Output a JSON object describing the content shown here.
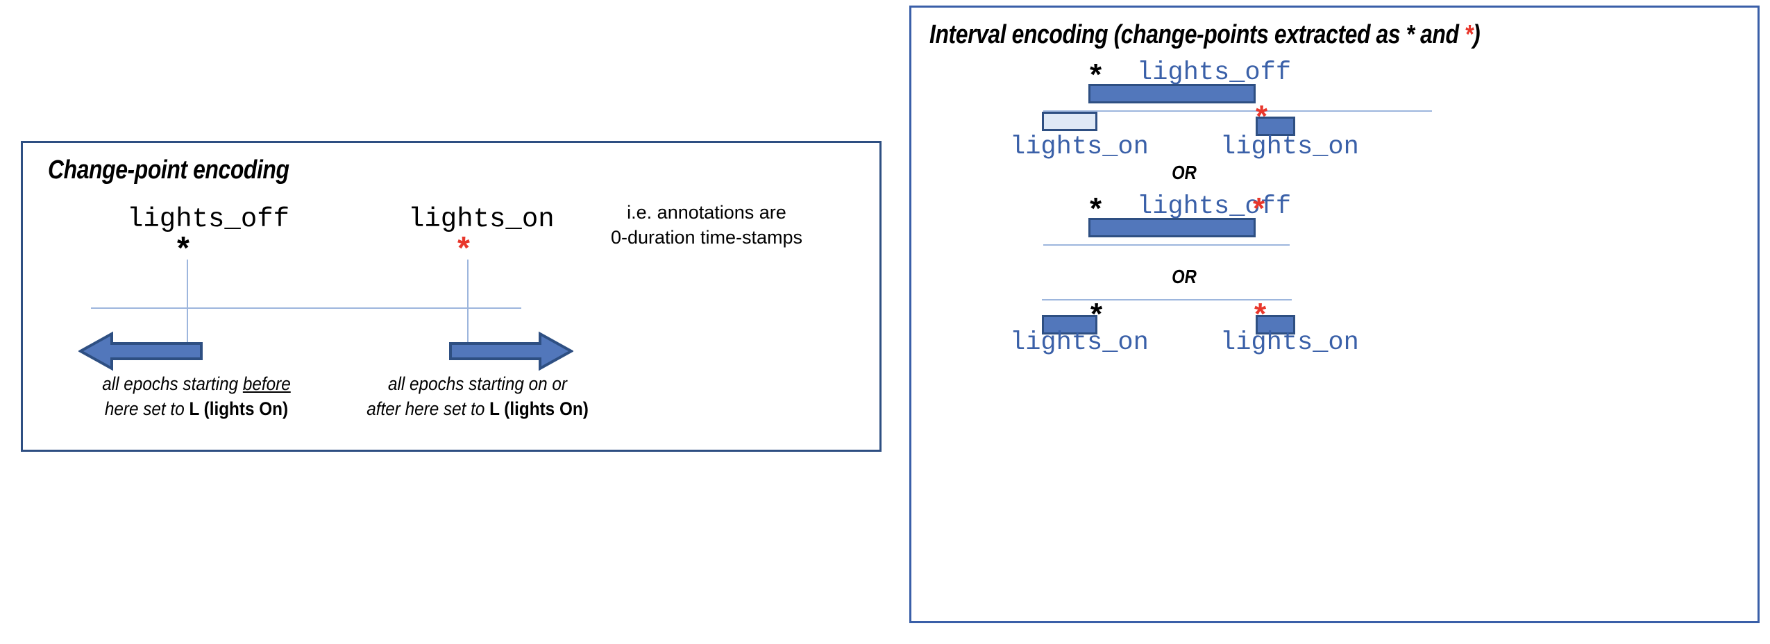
{
  "left_panel": {
    "title": "Change-point encoding",
    "event_labels": {
      "off": "lights_off",
      "on": "lights_on"
    },
    "markers": {
      "black_star": "*",
      "red_star": "*"
    },
    "note_line1": "i.e. annotations are",
    "note_line2": "0-duration time-stamps",
    "caption_left": {
      "line1_a": "all epochs starting ",
      "line1_underlined": "before",
      "line2_a": "here set to ",
      "line2_bold": "L (lights On)"
    },
    "caption_right": {
      "line1": "all epochs starting on or",
      "line2_a": "after here set to ",
      "line2_bold": "L (lights On)"
    }
  },
  "right_panel": {
    "title_a": "Interval encoding (change-points extracted as * and ",
    "title_red_star": "*",
    "title_b": ")",
    "or_1": "OR",
    "or_2": "OR",
    "variant_1": {
      "bar_label": "lights_off",
      "black_star": "*",
      "red_star": "*",
      "left_box_label": "lights_on",
      "right_box_label": "lights_on"
    },
    "variant_2": {
      "bar_label": "lights_off",
      "black_star": "*",
      "red_star": "*"
    },
    "variant_3": {
      "black_star": "*",
      "red_star": "*",
      "left_box_label": "lights_on",
      "right_box_label": "lights_on"
    }
  },
  "colors": {
    "panel_border_left": "#2e4f82",
    "panel_border_right": "#3a5fa8",
    "bar_fill": "#5277bb",
    "bar_fill_faded": "#dfe9f6",
    "bar_border": "#2e4f82",
    "timeline_line": "#9db6dd",
    "code_blue": "#3a60a8",
    "star_red": "#e8372c",
    "star_black": "#000000"
  }
}
